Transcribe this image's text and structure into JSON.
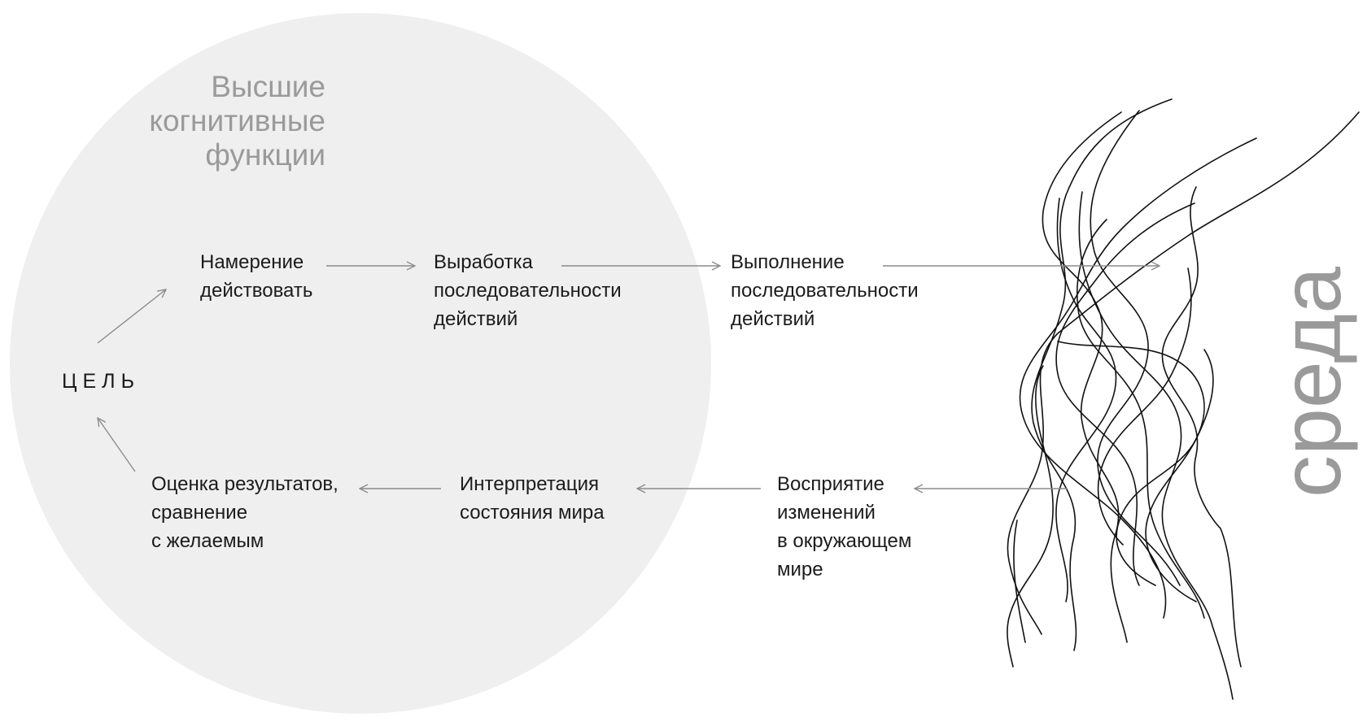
{
  "diagram": {
    "region_title": [
      "Высшие",
      "когнитивные",
      "функции"
    ],
    "goal_label": "ЦЕЛЬ",
    "environment_label": "среда",
    "nodes": {
      "intention": [
        "Намерение",
        "действовать"
      ],
      "sequence_planning": [
        "Выработка",
        "последовательности",
        "действий"
      ],
      "sequence_execution": [
        "Выполнение",
        "последовательности",
        "действий"
      ],
      "perception": [
        "Восприятие",
        "изменений",
        "в окружающем",
        "мире"
      ],
      "interpretation": [
        "Интерпретация",
        "состояния мира"
      ],
      "evaluation": [
        "Оценка результатов,",
        "сравнение",
        "с желаемым"
      ]
    },
    "colors": {
      "circle_fill": "#efefef",
      "muted_text": "#9a9a9a",
      "node_text": "#1b1b1b",
      "arrow": "#8c8c8c",
      "environment_lines": "#111111"
    }
  }
}
